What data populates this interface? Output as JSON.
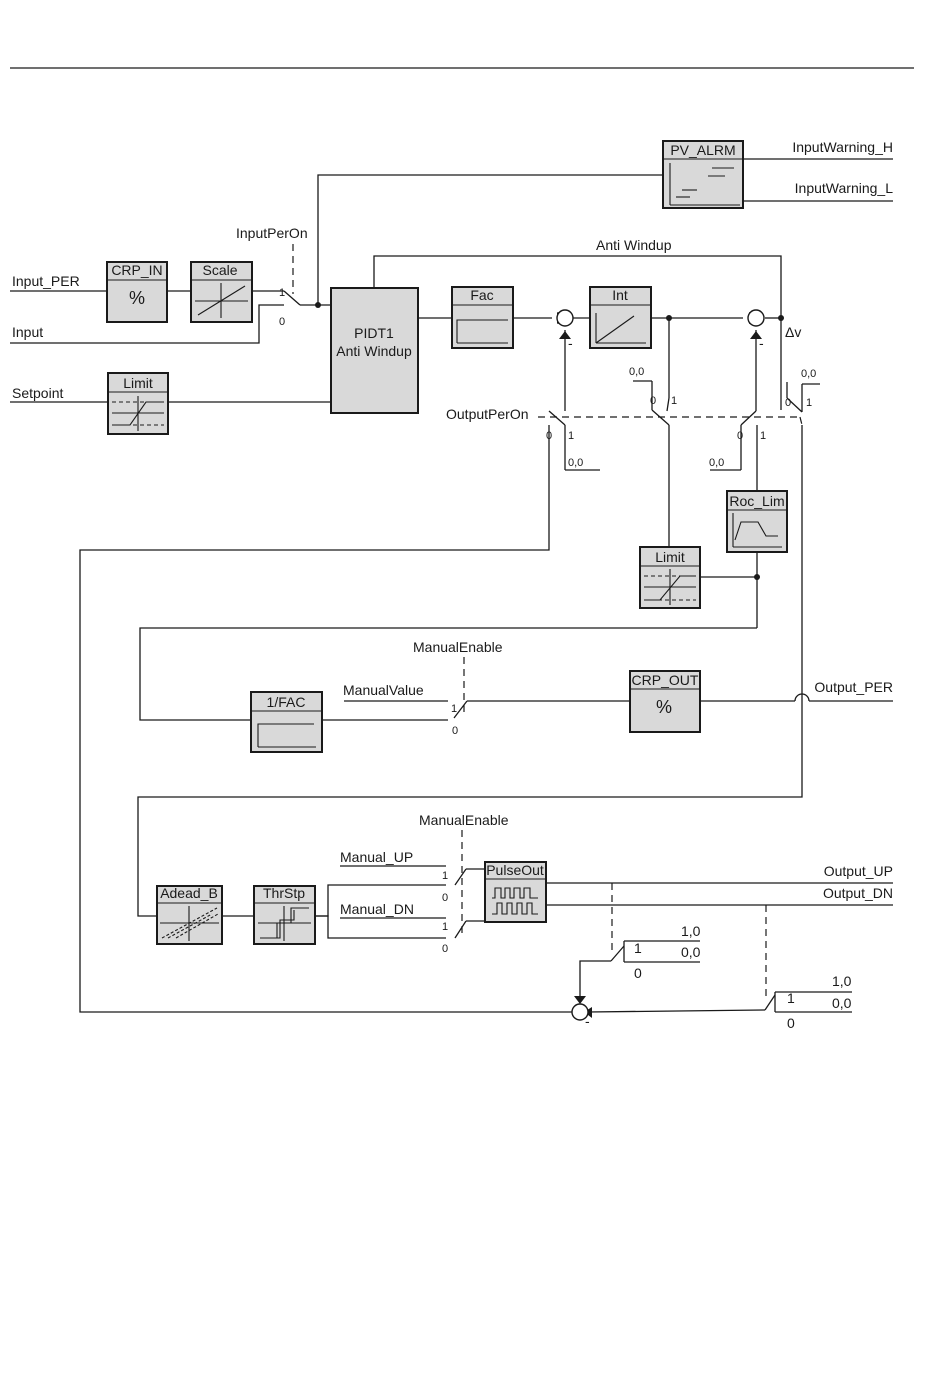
{
  "blocks": {
    "crp_in": "CRP_IN",
    "crp_in_symbol": "%",
    "scale": "Scale",
    "limit_sp": "Limit",
    "pidt1_line1": "PIDT1",
    "pidt1_line2": "Anti Windup",
    "fac": "Fac",
    "int": "Int",
    "pv_alrm": "PV_ALRM",
    "roc_lim": "Roc_Lim",
    "limit_out": "Limit",
    "inv_fac": "1/FAC",
    "crp_out": "CRP_OUT",
    "crp_out_symbol": "%",
    "adead_b": "Adead_B",
    "thrstp": "ThrStp",
    "pulseout": "PulseOut"
  },
  "signals": {
    "input_per": "Input_PER",
    "input": "Input",
    "setpoint": "Setpoint",
    "input_per_on": "InputPerOn",
    "anti_windup": "Anti Windup",
    "input_warning_h": "InputWarning_H",
    "input_warning_l": "InputWarning_L",
    "output_per_on": "OutputPerOn",
    "delta_v": "Δv",
    "manual_enable_1": "ManualEnable",
    "manual_value": "ManualValue",
    "output_per": "Output_PER",
    "manual_enable_2": "ManualEnable",
    "manual_up": "Manual_UP",
    "manual_dn": "Manual_DN",
    "output_up": "Output_UP",
    "output_dn": "Output_DN"
  },
  "switch_labels": {
    "one": "1",
    "zero": "0",
    "zero_value": "0,0",
    "one_value": "1,0",
    "minus": "-"
  }
}
